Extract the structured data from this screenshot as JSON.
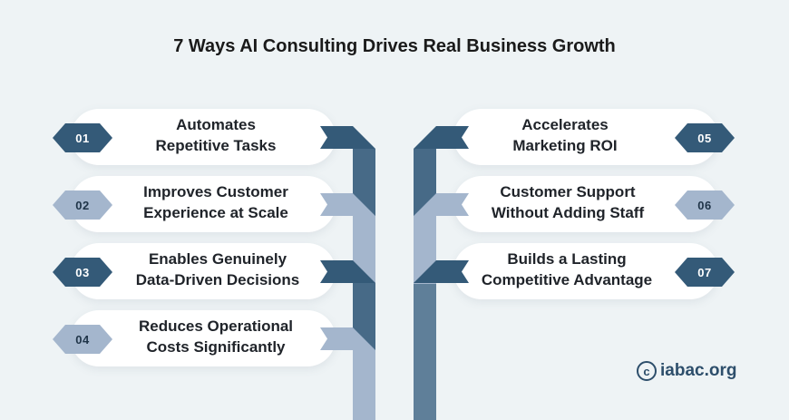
{
  "title": "7 Ways AI Consulting Drives Real Business Growth",
  "items": [
    {
      "number": "01",
      "line1": "Automates",
      "line2": "Repetitive Tasks"
    },
    {
      "number": "02",
      "line1": "Improves Customer",
      "line2": "Experience at Scale"
    },
    {
      "number": "03",
      "line1": "Enables Genuinely",
      "line2": "Data-Driven Decisions"
    },
    {
      "number": "04",
      "line1": "Reduces Operational",
      "line2": "Costs Significantly"
    },
    {
      "number": "05",
      "line1": "Accelerates",
      "line2": "Marketing ROI"
    },
    {
      "number": "06",
      "line1": "Customer Support",
      "line2": "Without Adding Staff"
    },
    {
      "number": "07",
      "line1": "Builds a Lasting",
      "line2": "Competitive Advantage"
    }
  ],
  "logo": {
    "mark": "c",
    "text": "iabac.org"
  },
  "colors": {
    "dark": "#345a78",
    "light": "#a4b6cd",
    "background": "#eef3f5"
  }
}
